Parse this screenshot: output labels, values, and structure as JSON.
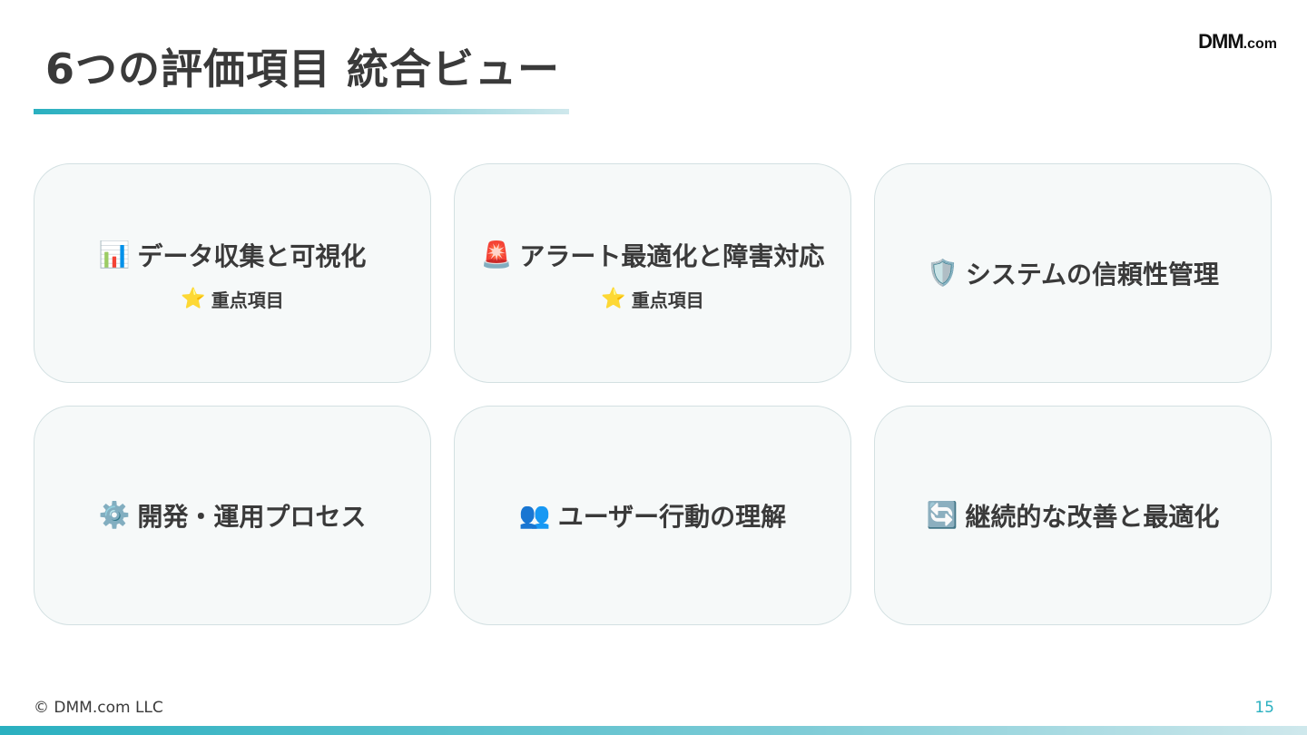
{
  "slide": {
    "title": "6つの評価項目 統合ビュー",
    "logo_main": "DMM",
    "logo_suffix": ".com",
    "footer_copyright": "© DMM.com LLC",
    "page_number": "15"
  },
  "cards": [
    {
      "icon": "📊",
      "icon_name": "bar-chart-icon",
      "title": "データ収集と可視化",
      "tag_icon": "⭐",
      "tag": "重点項目"
    },
    {
      "icon": "🚨",
      "icon_name": "siren-icon",
      "title": "アラート最適化と障害対応",
      "tag_icon": "⭐",
      "tag": "重点項目"
    },
    {
      "icon": "🛡️",
      "icon_name": "shield-icon",
      "title": "システムの信頼性管理"
    },
    {
      "icon": "⚙️",
      "icon_name": "gear-icon",
      "title": "開発・運用プロセス"
    },
    {
      "icon": "👥",
      "icon_name": "users-icon",
      "title": "ユーザー行動の理解"
    },
    {
      "icon": "🔄",
      "icon_name": "refresh-icon",
      "title": "継続的な改善と最適化"
    }
  ],
  "colors": {
    "accent": "#2ab0c0",
    "card_bg": "#f6f9f9",
    "card_border": "#d3e0e2",
    "text": "#3a3a3a"
  }
}
